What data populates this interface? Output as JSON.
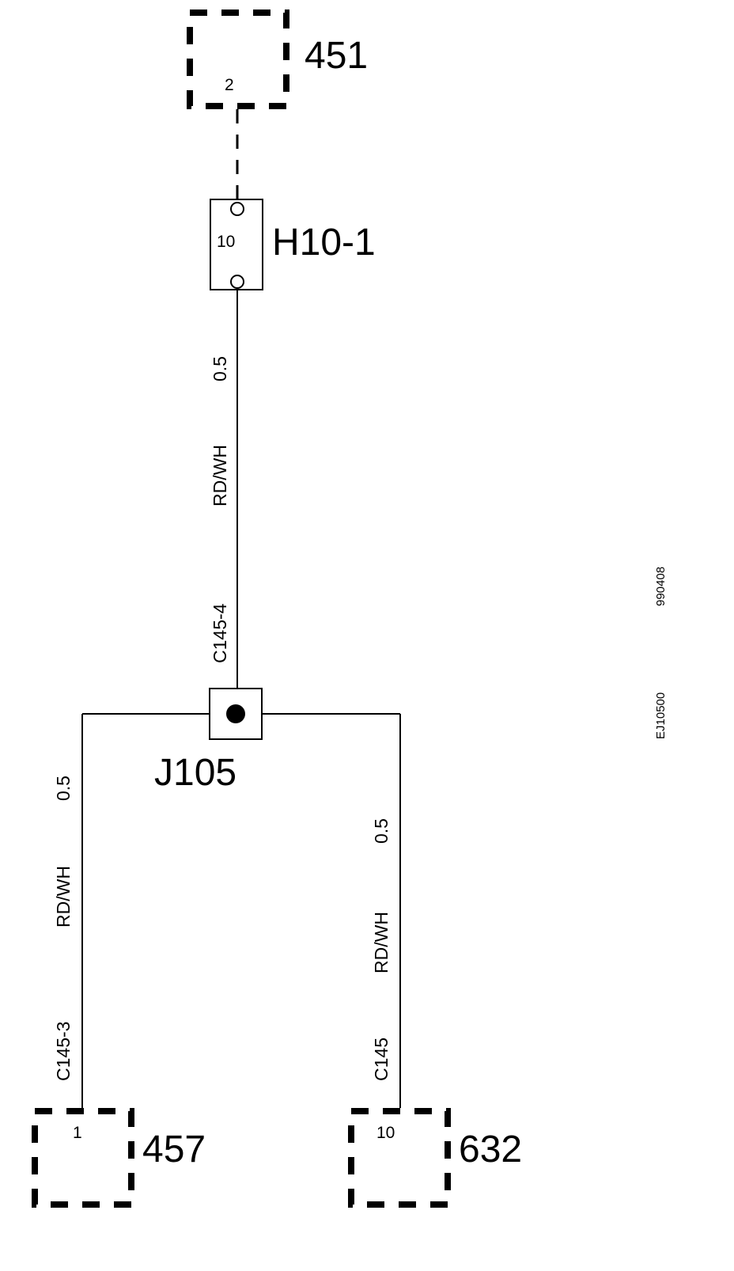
{
  "components": {
    "top": {
      "id": "451",
      "pin": "2"
    },
    "fuse": {
      "id": "H10-1",
      "rating": "10"
    },
    "junction": {
      "id": "J105"
    },
    "bottom_left": {
      "id": "457",
      "pin": "1"
    },
    "bottom_right": {
      "id": "632",
      "pin": "10"
    }
  },
  "wires": {
    "center": {
      "size": "0.5",
      "color": "RD/WH",
      "connector": "C145-4"
    },
    "left": {
      "size": "0.5",
      "color": "RD/WH",
      "connector": "C145-3"
    },
    "right": {
      "size": "0.5",
      "color": "RD/WH",
      "connector": "C145"
    }
  },
  "side_codes": {
    "date": "990408",
    "drawing": "EJ10500"
  }
}
